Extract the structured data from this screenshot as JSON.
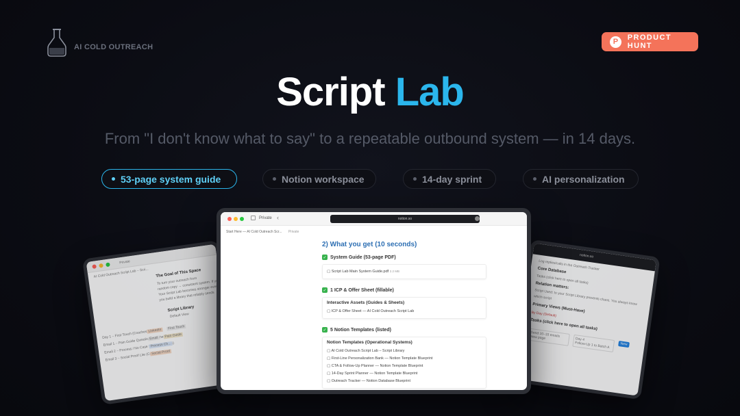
{
  "brand": {
    "label": "AI COLD OUTREACH",
    "icon": "flask-icon"
  },
  "product_hunt": {
    "label": "PRODUCT HUNT",
    "badge_letter": "P"
  },
  "hero": {
    "title_main": "Script",
    "title_accent": "Lab",
    "subtitle": "From \"I don't know what to say\" to a repeatable outbound system — in 14 days."
  },
  "pills": [
    {
      "label": "53-page system guide",
      "active": true
    },
    {
      "label": "Notion workspace",
      "active": false
    },
    {
      "label": "14-day sprint",
      "active": false
    },
    {
      "label": "AI personalization",
      "active": false
    }
  ],
  "center_screen": {
    "tab": "Private",
    "url": "notion.so",
    "breadcrumb": "Start Here — AI Cold Outreach Scr...",
    "breadcrumb_scope": "Private",
    "heading": "2) What you get (10 seconds)",
    "sections": [
      {
        "title": "System Guide (53-page PDF)",
        "card_title": "",
        "rows": [
          "Script Lab Main System Guide.pdf"
        ],
        "file_size": "2.2 MB"
      },
      {
        "title": "1 ICP & Offer Sheet (fillable)",
        "card_title": "Interactive Assets (Guides & Sheets)",
        "rows": [
          "ICP & Offer Sheet — AI Cold Outreach Script Lab"
        ]
      },
      {
        "title": "5 Notion Templates (listed)",
        "card_title": "Notion Templates (Operational Systems)",
        "rows": [
          "AI Cold Outreach Script Lab – Script Library",
          "First-Line Personalization Bank — Notion Template Blueprint",
          "CTA & Follow-Up Planner — Notion Template Blueprint",
          "14-Day Sprint Planner — Notion Template Blueprint",
          "Outreach Tracker — Notion Database Blueprint"
        ]
      }
    ]
  },
  "left_screen": {
    "tab": "Private",
    "breadcrumb": "AI Cold Outreach Script Lab – Scri...",
    "heading": "The Goal of This Space",
    "lines": [
      "To turn your outreach from",
      "random copy → consistent system. If you",
      "Your Script Lab becomes stronger every w",
      "you build a library that reliably sends"
    ],
    "library_title": "Script Library",
    "view": "Default View",
    "rows": [
      "Day 1 – First Touch (Coaches)",
      "Email 1 – Pain Guide Question (Coaches)",
      "Email 2 – Process / No Case Study (Coaches)",
      "Email 3 – Social Proof Lite (Coaches)"
    ],
    "tags": [
      "LinkedIn",
      "Email",
      "Pain Guide",
      "Process Ch...",
      "Social Proof",
      "First Touch"
    ]
  },
  "right_screen": {
    "url": "notion.so",
    "lines": [
      "Log replies/calls in the Outreach Tracker",
      "Core Database",
      "Tasks (click here to open all tasks)",
      "Relation matters:",
      "Script Used: to your Script Library prevents chaos. You always know which script",
      "Primary Views (Must-Have)",
      "By Day (Default)",
      "Tasks (click here to open all tasks)"
    ],
    "cards": [
      "Day 4",
      "Follow-Up 1 to Batch A",
      "Send 10–15 emails",
      "New page",
      "New"
    ]
  }
}
